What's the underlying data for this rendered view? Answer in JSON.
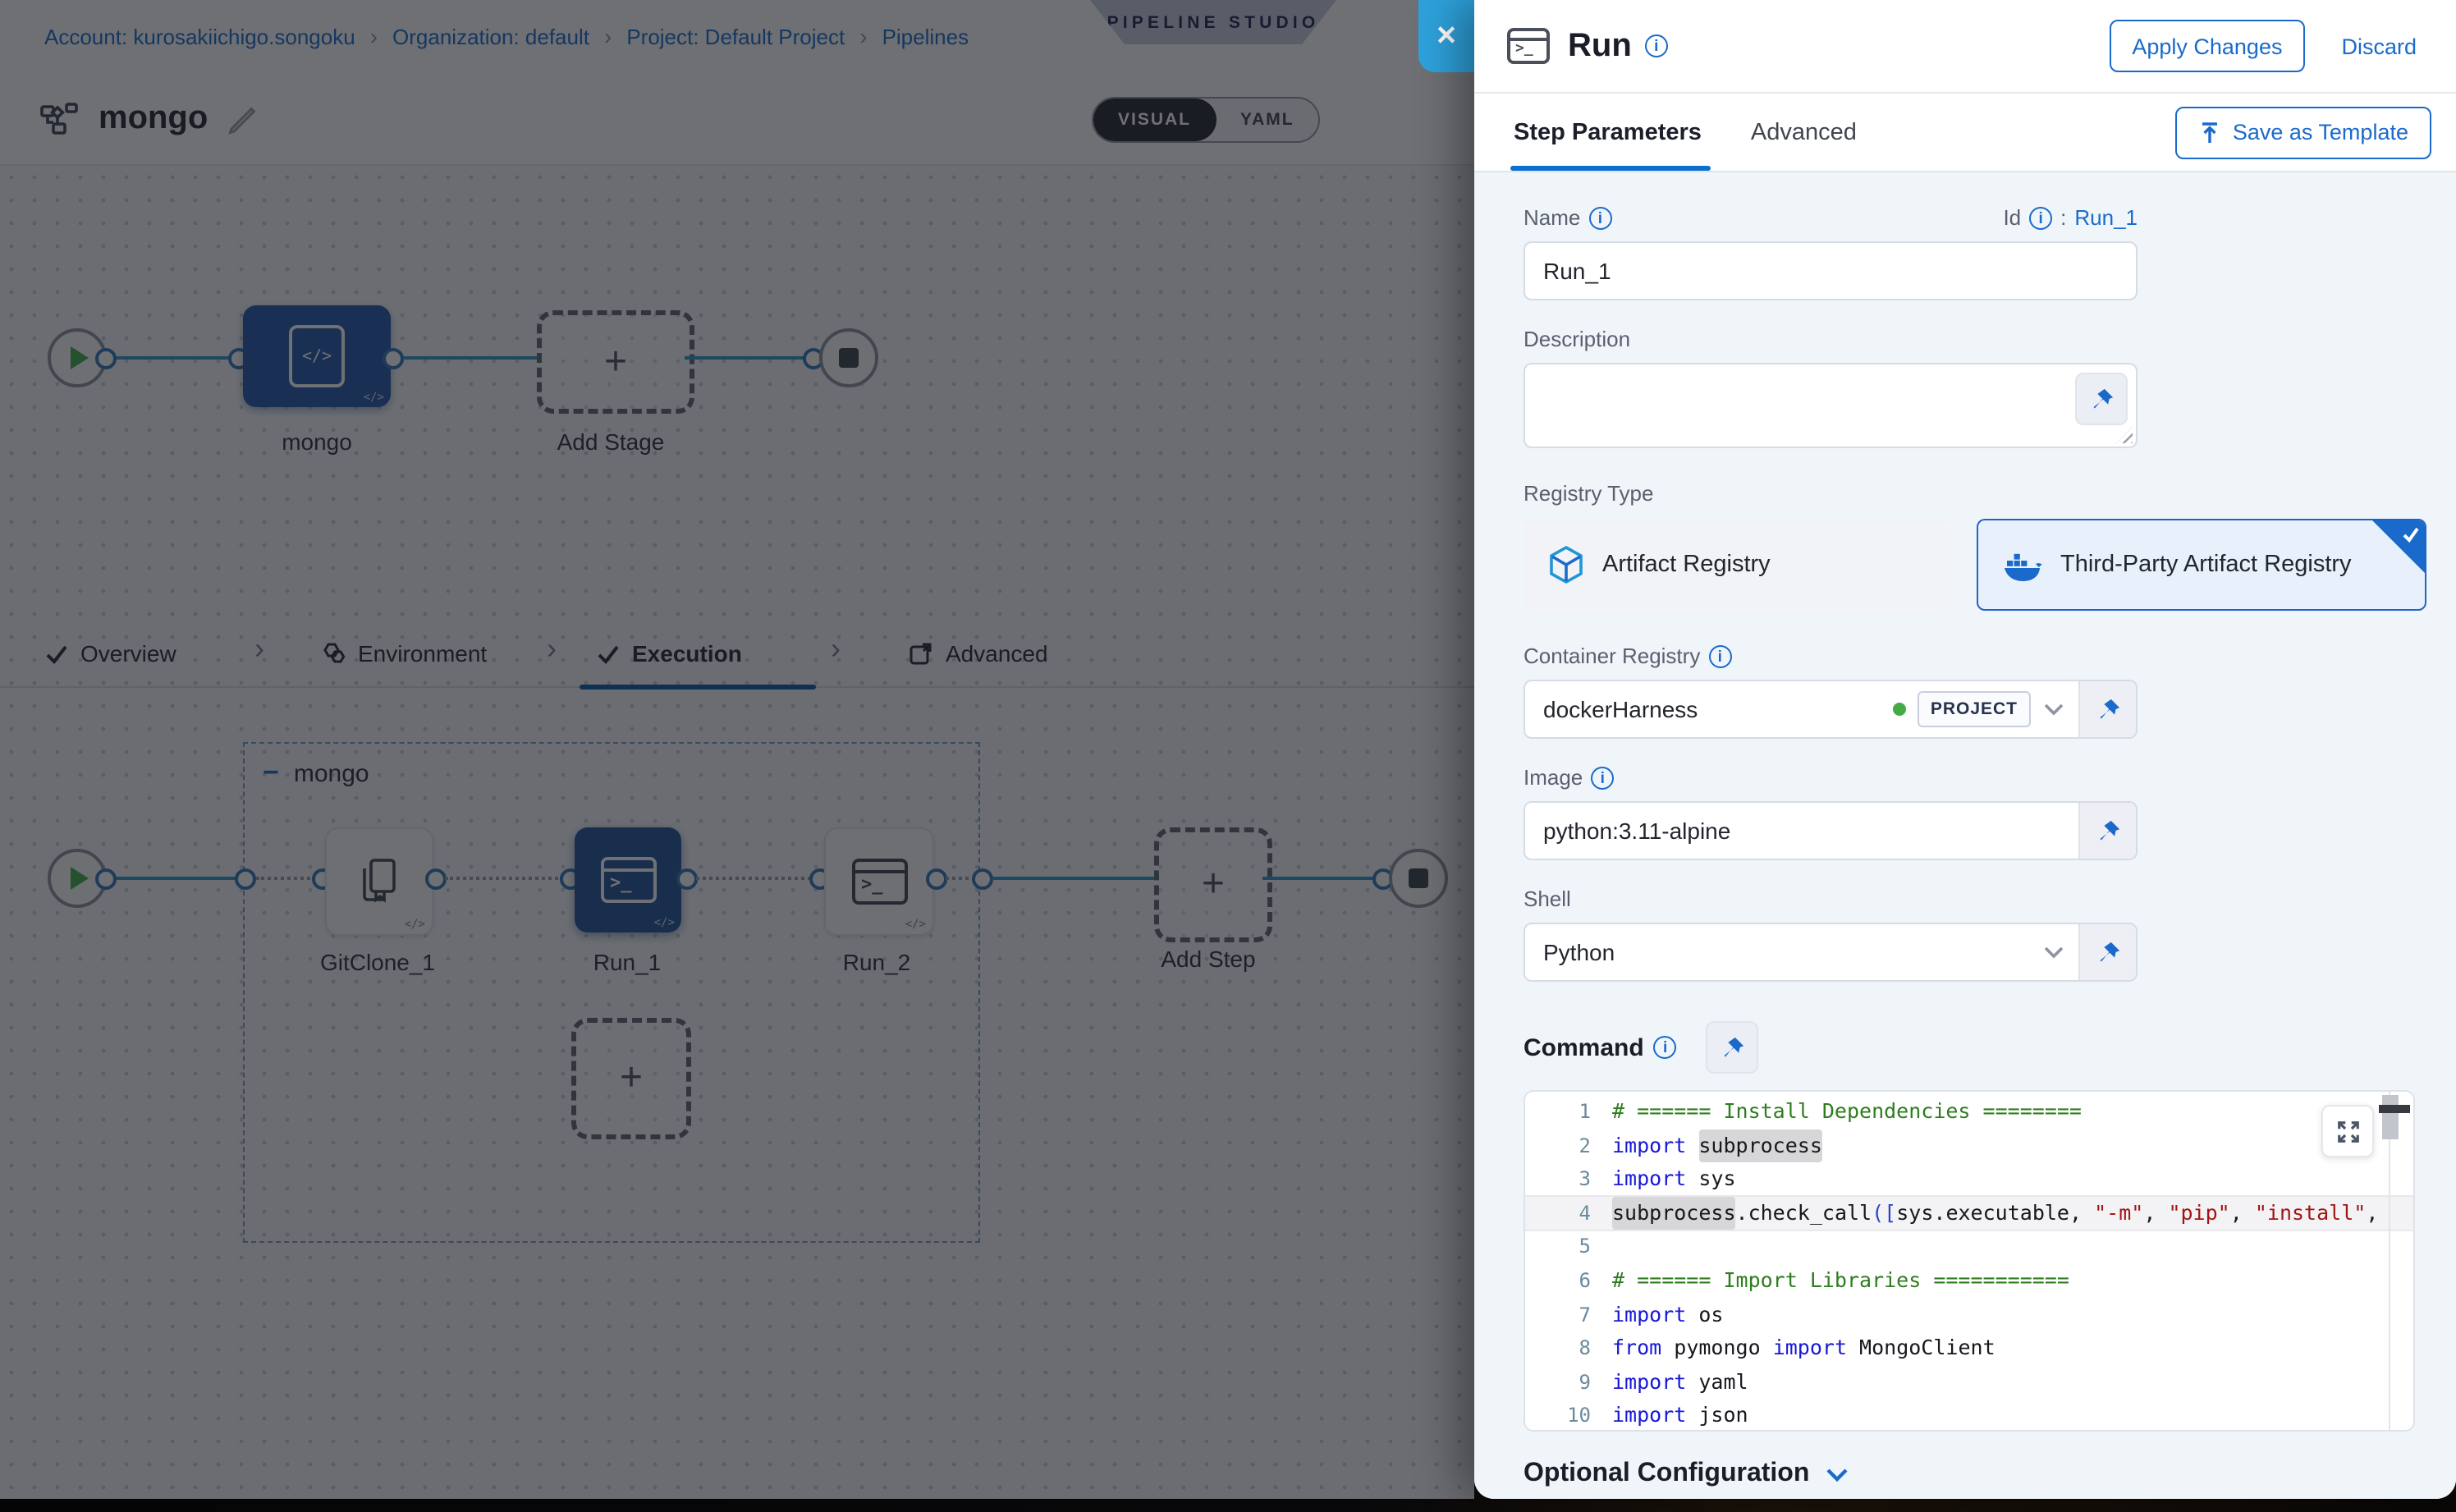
{
  "icons": {
    "close": "✕",
    "plus": "+",
    "minus": "−",
    "crumb_sep": "›",
    "code_mark": "</>",
    "id_colon": ":"
  },
  "app": {
    "breadcrumb": {
      "items": [
        "Account: kurosakiichigo.songoku",
        "Organization: default",
        "Project: Default Project",
        "Pipelines"
      ]
    },
    "studio_badge": "PIPELINE STUDIO",
    "pipeline_title": "mongo",
    "view_toggle": {
      "visual": "VISUAL",
      "yaml": "YAML"
    },
    "stage_graph": {
      "stage_label": "mongo",
      "add_stage_label": "Add Stage"
    },
    "tabs": [
      {
        "label": "Overview"
      },
      {
        "label": "Environment"
      },
      {
        "label": "Execution"
      },
      {
        "label": "Advanced"
      }
    ],
    "execution_graph": {
      "group_label": "mongo",
      "nodes": [
        {
          "label": "GitClone_1"
        },
        {
          "label": "Run_1"
        },
        {
          "label": "Run_2"
        }
      ],
      "add_step_label": "Add Step"
    }
  },
  "panel": {
    "title": "Run",
    "apply_button": "Apply Changes",
    "discard_button": "Discard",
    "tabs": {
      "step_parameters": "Step Parameters",
      "advanced": "Advanced"
    },
    "save_as_template": "Save as Template",
    "form": {
      "name_label": "Name",
      "name_value": "Run_1",
      "id_label": "Id",
      "id_value": "Run_1",
      "description_label": "Description",
      "description_value": "",
      "registry_type_label": "Registry Type",
      "registry_options": [
        {
          "label": "Artifact Registry"
        },
        {
          "label": "Third-Party Artifact Registry",
          "selected": true
        }
      ],
      "container_registry_label": "Container Registry",
      "container_registry_value": "dockerHarness",
      "container_registry_scope": "PROJECT",
      "image_label": "Image",
      "image_value": "python:3.11-alpine",
      "shell_label": "Shell",
      "shell_value": "Python",
      "command_label": "Command",
      "optional_configuration_label": "Optional Configuration"
    },
    "code_editor": {
      "lines": [
        {
          "n": "1",
          "segs": [
            {
              "c": "com",
              "t": "# ====== Install Dependencies ========"
            }
          ]
        },
        {
          "n": "2",
          "segs": [
            {
              "c": "kw",
              "t": "import"
            },
            {
              "c": "pl",
              "t": " "
            },
            {
              "c": "hl",
              "t": "subprocess"
            }
          ]
        },
        {
          "n": "3",
          "segs": [
            {
              "c": "kw",
              "t": "import"
            },
            {
              "c": "pl",
              "t": " sys"
            }
          ]
        },
        {
          "n": "4",
          "active": true,
          "segs": [
            {
              "c": "hl",
              "t": "subprocess"
            },
            {
              "c": "pl",
              "t": ".check_call"
            },
            {
              "c": "pun",
              "t": "(["
            },
            {
              "c": "pl",
              "t": "sys.executable, "
            },
            {
              "c": "str",
              "t": "\"-m\""
            },
            {
              "c": "pl",
              "t": ", "
            },
            {
              "c": "str",
              "t": "\"pip\""
            },
            {
              "c": "pl",
              "t": ", "
            },
            {
              "c": "str",
              "t": "\"install\""
            },
            {
              "c": "pl",
              "t": ","
            }
          ]
        },
        {
          "n": "5",
          "segs": []
        },
        {
          "n": "6",
          "segs": [
            {
              "c": "com",
              "t": "# ====== Import Libraries ==========="
            }
          ]
        },
        {
          "n": "7",
          "segs": [
            {
              "c": "kw",
              "t": "import"
            },
            {
              "c": "pl",
              "t": " os"
            }
          ]
        },
        {
          "n": "8",
          "segs": [
            {
              "c": "kw",
              "t": "from"
            },
            {
              "c": "pl",
              "t": " pymongo "
            },
            {
              "c": "kw",
              "t": "import"
            },
            {
              "c": "pl",
              "t": " MongoClient"
            }
          ]
        },
        {
          "n": "9",
          "segs": [
            {
              "c": "kw",
              "t": "import"
            },
            {
              "c": "pl",
              "t": " yaml"
            }
          ]
        },
        {
          "n": "10",
          "segs": [
            {
              "c": "kw",
              "t": "import"
            },
            {
              "c": "pl",
              "t": " json"
            }
          ]
        }
      ]
    },
    "colors": {
      "accent": "#0278d5",
      "link": "#1a6acb",
      "selected_node": "#205098",
      "keyword": "#1818d8",
      "comment": "#2e7d1e",
      "string": "#a31515"
    }
  }
}
